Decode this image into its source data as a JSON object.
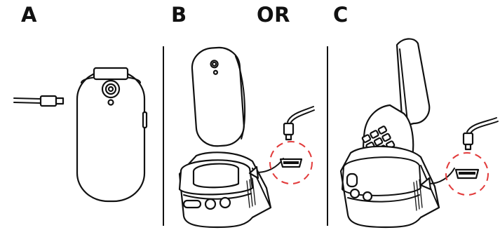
{
  "labels": {
    "a": "A",
    "b": "B",
    "or": "OR",
    "c": "C"
  },
  "colors": {
    "outline": "#111111",
    "highlight_ring": "#e23b3b",
    "background": "#ffffff"
  }
}
